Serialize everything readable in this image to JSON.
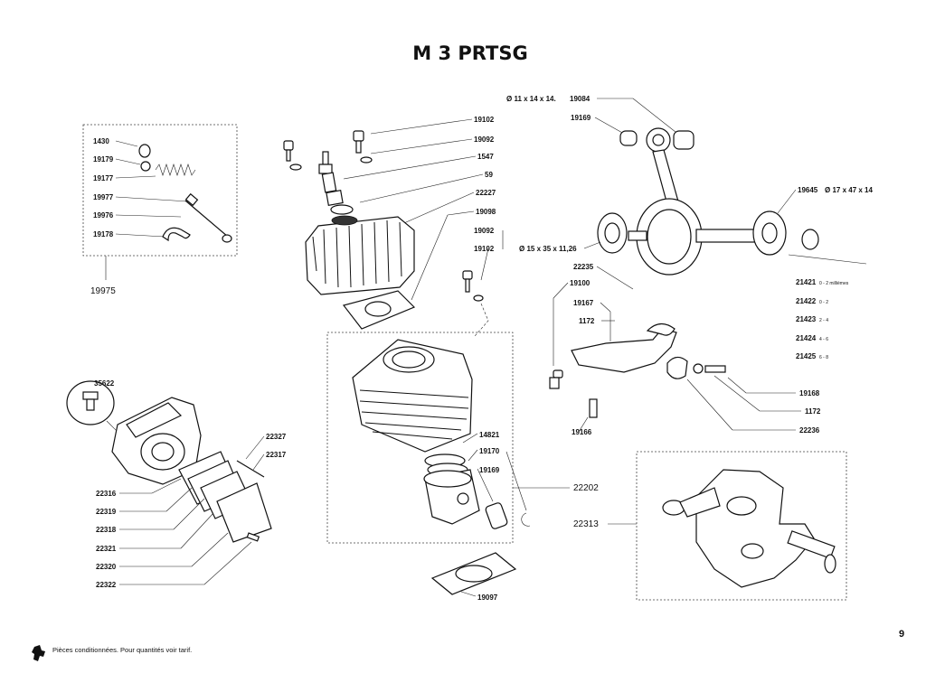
{
  "title": "M 3 PRTSG",
  "page_number": "9",
  "footer_note": "Pièces conditionnées. Pour quantités voir tarif.",
  "spring_group": {
    "labels": [
      "1430",
      "19179",
      "19177",
      "19977",
      "19976",
      "19178"
    ],
    "assembly": "19975"
  },
  "head_group": {
    "labels": [
      "19102",
      "19092",
      "1547",
      "59",
      "22227",
      "19098",
      "19092",
      "19102"
    ]
  },
  "crank_group": {
    "top_label": "Ø 11 x 14 x 14.",
    "top_ref": "19084",
    "small_end": "19169",
    "bearing_right_ref": "19645",
    "bearing_right_dim": "Ø 17 x 47 x 14",
    "bearing_left_dim": "Ø 15 x 35 x 11,26"
  },
  "shims": [
    {
      "ref": "21421",
      "sizes": "0 - 2 millièmes"
    },
    {
      "ref": "21422",
      "sizes": "0 - 2"
    },
    {
      "ref": "21423",
      "sizes": "2 - 4"
    },
    {
      "ref": "21424",
      "sizes": "4 - 6"
    },
    {
      "ref": "21425",
      "sizes": "6 - 8"
    }
  ],
  "bracket_group": {
    "labels": [
      "22235",
      "19100",
      "19167",
      "1172",
      "19166"
    ],
    "right_labels": [
      "19168",
      "1172",
      "22236"
    ]
  },
  "cylinder_group": {
    "labels": [
      "14821",
      "19170",
      "19169"
    ],
    "assembly": "22202",
    "gasket": "19097"
  },
  "gearbox_group": {
    "assembly": "22313"
  },
  "intake_group": {
    "top_label": "35622",
    "left_labels": [
      "22316",
      "22319",
      "22318",
      "22321",
      "22320",
      "22322"
    ],
    "right_labels": [
      "22327",
      "22317"
    ]
  }
}
